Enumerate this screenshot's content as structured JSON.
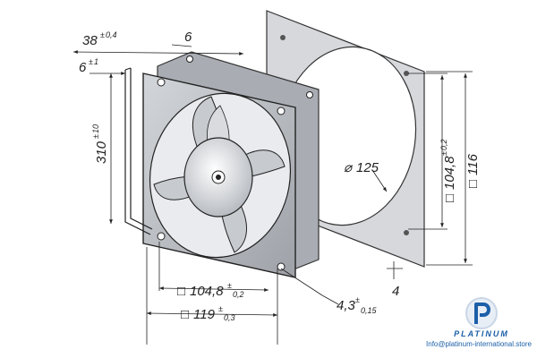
{
  "drawing": {
    "dims": {
      "depth": {
        "value": "38",
        "pm": "±",
        "tol": "0,4"
      },
      "flange": {
        "value": "6"
      },
      "cable_offset": {
        "value": "6",
        "pm": "±",
        "tol": "1"
      },
      "cable_length": {
        "value": "310",
        "pm": "±",
        "tol": "10"
      },
      "hole_spacing_bottom": {
        "sq": "□",
        "value": "104,8",
        "pm": "±",
        "tol": "0,2"
      },
      "width_bottom": {
        "sq": "□",
        "value": "119",
        "pm": "±",
        "tol": "0,3"
      },
      "hole_dia": {
        "value": "4,3",
        "pm": "±",
        "tol": "0,15"
      },
      "gasket_dia": {
        "sym": "⌀",
        "value": "125"
      },
      "hole_spacing_right": {
        "sq": "□",
        "value": "104,8",
        "pm": "±",
        "tol": "0,2"
      },
      "width_right": {
        "sq": "□",
        "value": "116"
      },
      "gasket_thickness": {
        "value": "4"
      }
    }
  },
  "logo": {
    "icon": "platinum-p-logo-icon",
    "brand": "PLATINUM",
    "email": "Info@platinum-international.store"
  },
  "colors": {
    "brand_blue": "#1b5fa8",
    "frame": "#b9bcc1",
    "gasket": "#d6d8dc"
  }
}
